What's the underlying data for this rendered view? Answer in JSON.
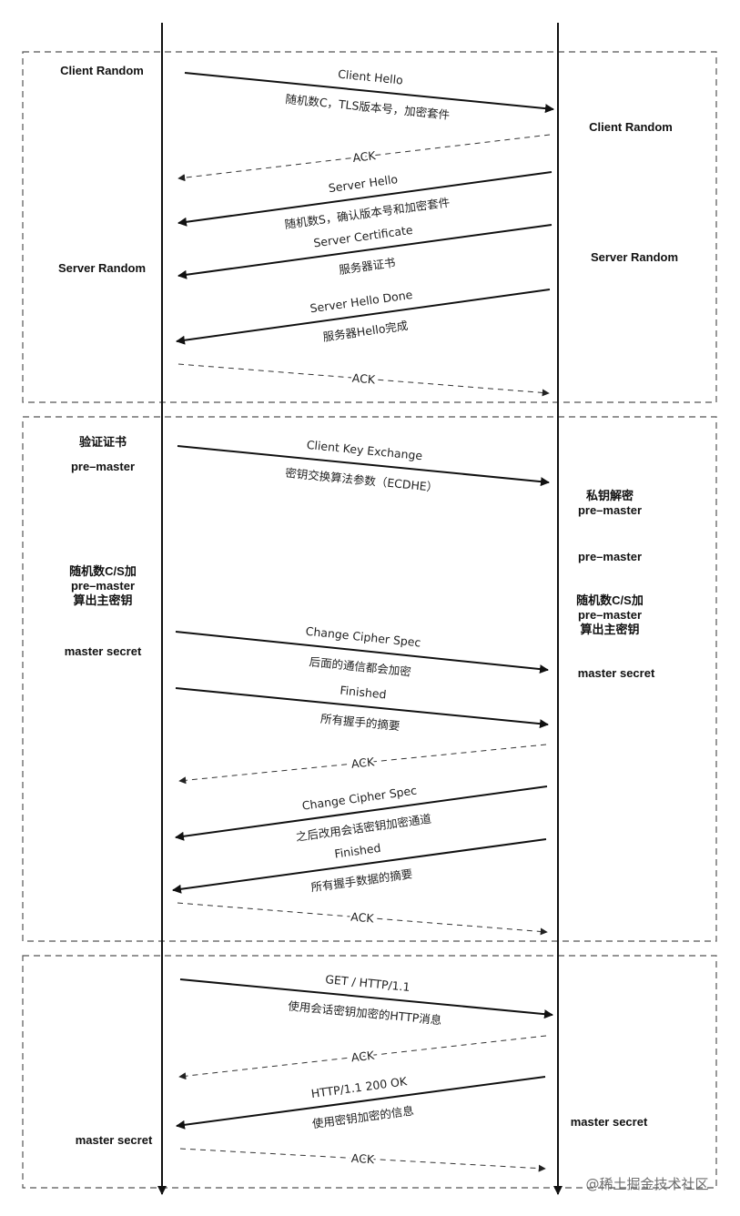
{
  "diagram": {
    "sections": [
      {
        "name": "hello-phase",
        "notes": [
          {
            "id": "client-random-left",
            "text": "Client Random"
          },
          {
            "id": "server-random-left",
            "text": "Server Random"
          },
          {
            "id": "client-random-right",
            "text": "Client Random"
          },
          {
            "id": "server-random-right",
            "text": "Server Random"
          }
        ],
        "messages": [
          {
            "id": "client-hello",
            "label": "Client Hello",
            "sublabel": "随机数C，TLS版本号，加密套件",
            "direction": "client-to-server",
            "style": "solid"
          },
          {
            "id": "ack-1",
            "label": "ACK",
            "sublabel": "",
            "direction": "server-to-client",
            "style": "dashed"
          },
          {
            "id": "server-hello",
            "label": "Server Hello",
            "sublabel": "随机数S，确认版本号和加密套件",
            "direction": "server-to-client",
            "style": "solid"
          },
          {
            "id": "server-certificate",
            "label": "Server Certificate",
            "sublabel": "服务器证书",
            "direction": "server-to-client",
            "style": "solid"
          },
          {
            "id": "server-hello-done",
            "label": "Server Hello Done",
            "sublabel": "服务器Hello完成",
            "direction": "server-to-client",
            "style": "solid"
          },
          {
            "id": "ack-2",
            "label": "ACK",
            "sublabel": "",
            "direction": "client-to-server",
            "style": "dashed"
          }
        ]
      },
      {
        "name": "key-exchange-phase",
        "notes": [
          {
            "id": "verify-cert-left",
            "lines": [
              "验证证书"
            ]
          },
          {
            "id": "pre-master-left",
            "lines": [
              "pre–master"
            ]
          },
          {
            "id": "derive-key-left",
            "lines": [
              "随机数C/S加",
              "pre–master",
              "算出主密钥"
            ]
          },
          {
            "id": "master-secret-left",
            "lines": [
              "master secret"
            ]
          },
          {
            "id": "decrypt-right",
            "lines": [
              "私钥解密",
              "pre–master"
            ]
          },
          {
            "id": "pre-master-right",
            "lines": [
              "pre–master"
            ]
          },
          {
            "id": "derive-key-right",
            "lines": [
              "随机数C/S加",
              "pre–master",
              "算出主密钥"
            ]
          },
          {
            "id": "master-secret-right",
            "lines": [
              "master secret"
            ]
          }
        ],
        "messages": [
          {
            "id": "client-key-exchange",
            "label": "Client Key Exchange",
            "sublabel": "密钥交换算法参数（ECDHE）",
            "direction": "client-to-server",
            "style": "solid"
          },
          {
            "id": "change-cipher-spec-client",
            "label": "Change Cipher Spec",
            "sublabel": "后面的通信都会加密",
            "direction": "client-to-server",
            "style": "solid"
          },
          {
            "id": "finished-client",
            "label": "Finished",
            "sublabel": "所有握手的摘要",
            "direction": "client-to-server",
            "style": "solid"
          },
          {
            "id": "ack-3",
            "label": "ACK",
            "sublabel": "",
            "direction": "server-to-client",
            "style": "dashed"
          },
          {
            "id": "change-cipher-spec-server",
            "label": "Change Cipher Spec",
            "sublabel": "之后改用会话密钥加密通道",
            "direction": "server-to-client",
            "style": "solid"
          },
          {
            "id": "finished-server",
            "label": "Finished",
            "sublabel": "所有握手数据的摘要",
            "direction": "server-to-client",
            "style": "solid"
          },
          {
            "id": "ack-4",
            "label": "ACK",
            "sublabel": "",
            "direction": "client-to-server",
            "style": "dashed"
          }
        ]
      },
      {
        "name": "application-data-phase",
        "notes": [
          {
            "id": "master-secret-left-2",
            "text": "master secret"
          },
          {
            "id": "master-secret-right-2",
            "text": "master secret"
          }
        ],
        "messages": [
          {
            "id": "http-get",
            "label": "GET / HTTP/1.1",
            "sublabel": "使用会话密钥加密的HTTP消息",
            "direction": "client-to-server",
            "style": "solid"
          },
          {
            "id": "ack-5",
            "label": "ACK",
            "sublabel": "",
            "direction": "server-to-client",
            "style": "dashed"
          },
          {
            "id": "http-response",
            "label": "HTTP/1.1 200 OK",
            "sublabel": "使用密钥加密的信息",
            "direction": "server-to-client",
            "style": "solid"
          },
          {
            "id": "ack-6",
            "label": "ACK",
            "sublabel": "",
            "direction": "client-to-server",
            "style": "dashed"
          }
        ]
      }
    ],
    "watermark": "@稀土掘金技术社区"
  }
}
